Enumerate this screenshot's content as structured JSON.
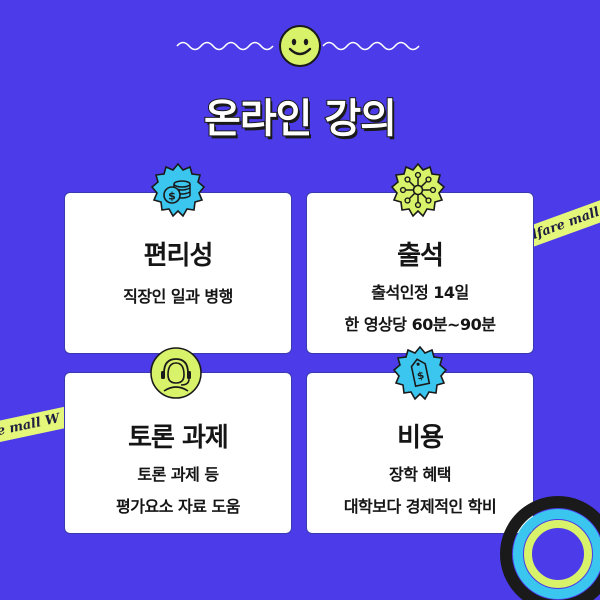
{
  "title": "온라인 강의",
  "ribbons": {
    "right": "lfare mall",
    "left": "e mall   W"
  },
  "cards": [
    {
      "title": "편리성",
      "lines": [
        "직장인 일과 병행"
      ],
      "icon": "coins-icon"
    },
    {
      "title": "출석",
      "lines": [
        "출석인정 14일",
        "한 영상당 60분~90분"
      ],
      "icon": "network-icon"
    },
    {
      "title": "토론 과제",
      "lines": [
        "토론 과제 등",
        "평가요소 자료 도움"
      ],
      "icon": "headset-icon"
    },
    {
      "title": "비용",
      "lines": [
        "장학 혜택",
        "대학보다  경제적인 학비"
      ],
      "icon": "price-tag-icon"
    }
  ],
  "colors": {
    "background": "#4b3be8",
    "accent": "#e5f77b",
    "card": "#ffffff",
    "badge_blue": "#3bc6ef",
    "badge_lime": "#d8f26a"
  }
}
